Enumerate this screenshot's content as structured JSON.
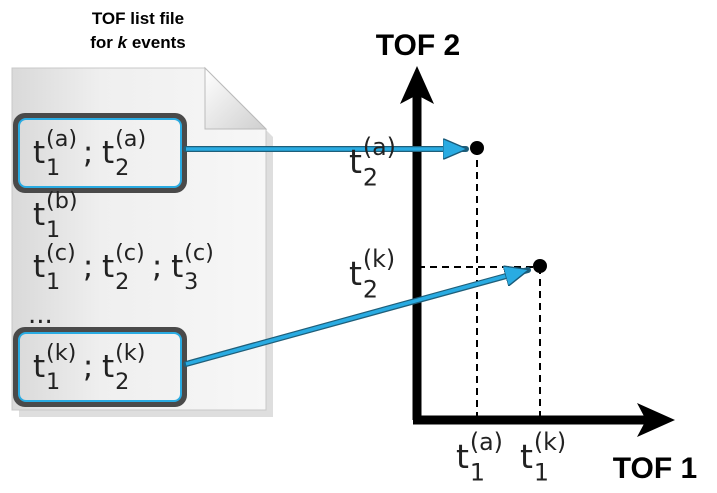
{
  "file": {
    "title_line1": "TOF list file",
    "title_line2_pre": "for ",
    "title_line2_var": "k",
    "title_line2_post": " events",
    "entries": [
      {
        "id": "a",
        "terms": [
          {
            "base": "t",
            "sub": "1",
            "sup": "(a)"
          },
          {
            "base": "t",
            "sub": "2",
            "sup": "(a)"
          }
        ],
        "highlighted": true
      },
      {
        "id": "b",
        "terms": [
          {
            "base": "t",
            "sub": "1",
            "sup": "(b)"
          }
        ],
        "highlighted": false
      },
      {
        "id": "c",
        "terms": [
          {
            "base": "t",
            "sub": "1",
            "sup": "(c)"
          },
          {
            "base": "t",
            "sub": "2",
            "sup": "(c)"
          },
          {
            "base": "t",
            "sub": "3",
            "sup": "(c)"
          }
        ],
        "highlighted": false
      },
      {
        "id": "ellipsis",
        "text": "...",
        "highlighted": false
      },
      {
        "id": "k",
        "terms": [
          {
            "base": "t",
            "sub": "1",
            "sup": "(k)"
          },
          {
            "base": "t",
            "sub": "2",
            "sup": "(k)"
          }
        ],
        "highlighted": true
      }
    ],
    "separator": "; "
  },
  "axes": {
    "y_label": "TOF 2",
    "x_label": "TOF 1"
  },
  "points": [
    {
      "id": "a",
      "x_label": {
        "base": "t",
        "sub": "1",
        "sup": "(a)"
      },
      "y_label": {
        "base": "t",
        "sub": "2",
        "sup": "(a)"
      }
    },
    {
      "id": "k",
      "x_label": {
        "base": "t",
        "sub": "1",
        "sup": "(k)"
      },
      "y_label": {
        "base": "t",
        "sub": "2",
        "sup": "(k)"
      }
    }
  ],
  "colors": {
    "arrow": "#29abe2",
    "box_outer": "#4a4a4a",
    "box_inner": "#29abe2",
    "axis": "#000000"
  }
}
